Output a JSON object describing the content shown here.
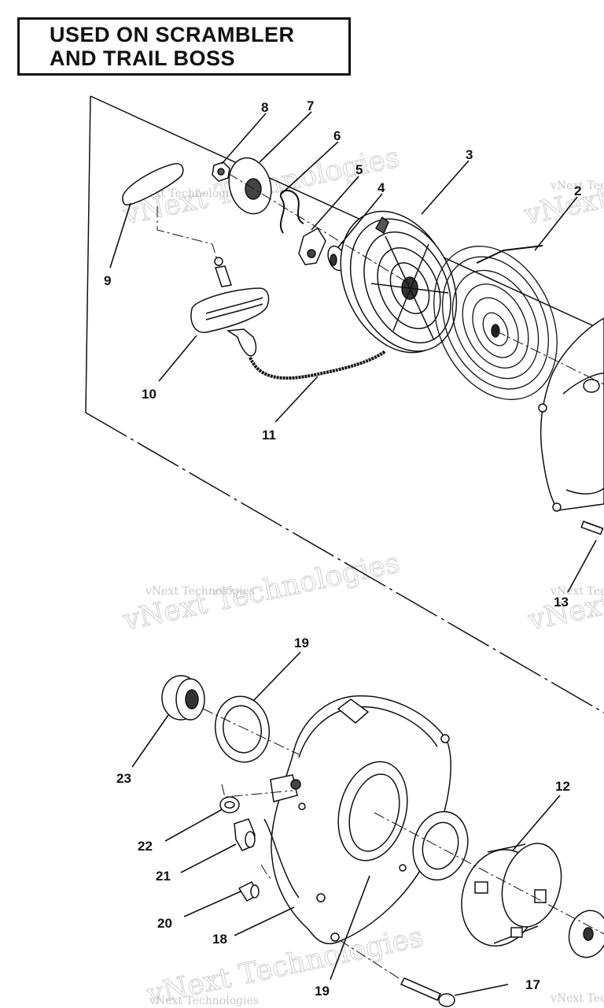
{
  "header": {
    "line1": "USED ON SCRAMBLER",
    "line2": "AND TRAIL BOSS"
  },
  "callouts": [
    "2",
    "3",
    "4",
    "5",
    "6",
    "7",
    "8",
    "9",
    "10",
    "11",
    "12",
    "13",
    "17",
    "18",
    "19",
    "19",
    "20",
    "21",
    "22",
    "23"
  ],
  "watermark": {
    "small": "vNext Technologies",
    "large": "vNext Technologies"
  }
}
